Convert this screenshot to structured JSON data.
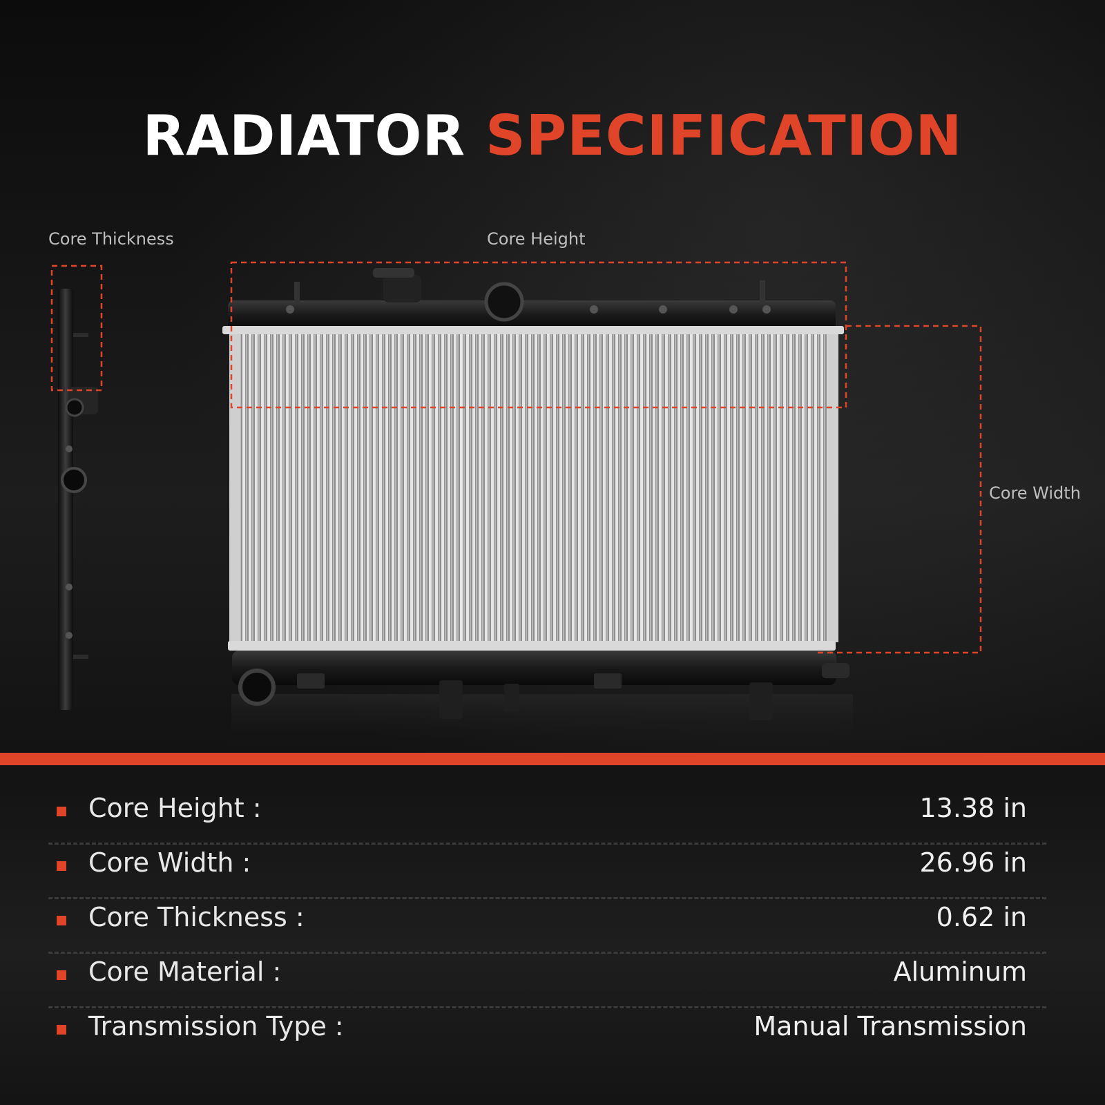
{
  "title": {
    "part1": "RADIATOR",
    "part2": "SPECIFICATION"
  },
  "diagram_labels": {
    "core_thickness": "Core Thickness",
    "core_height": "Core Height",
    "core_width": "Core Width"
  },
  "colors": {
    "accent": "#e0452a",
    "background": "#161616",
    "text": "#ffffff"
  },
  "specs": [
    {
      "label": "Core Height :",
      "value": "13.38 in"
    },
    {
      "label": "Core Width :",
      "value": "26.96 in"
    },
    {
      "label": "Core Thickness :",
      "value": "0.62 in"
    },
    {
      "label": "Core Material :",
      "value": "Aluminum"
    },
    {
      "label": "Transmission Type :",
      "value": "Manual Transmission"
    }
  ]
}
